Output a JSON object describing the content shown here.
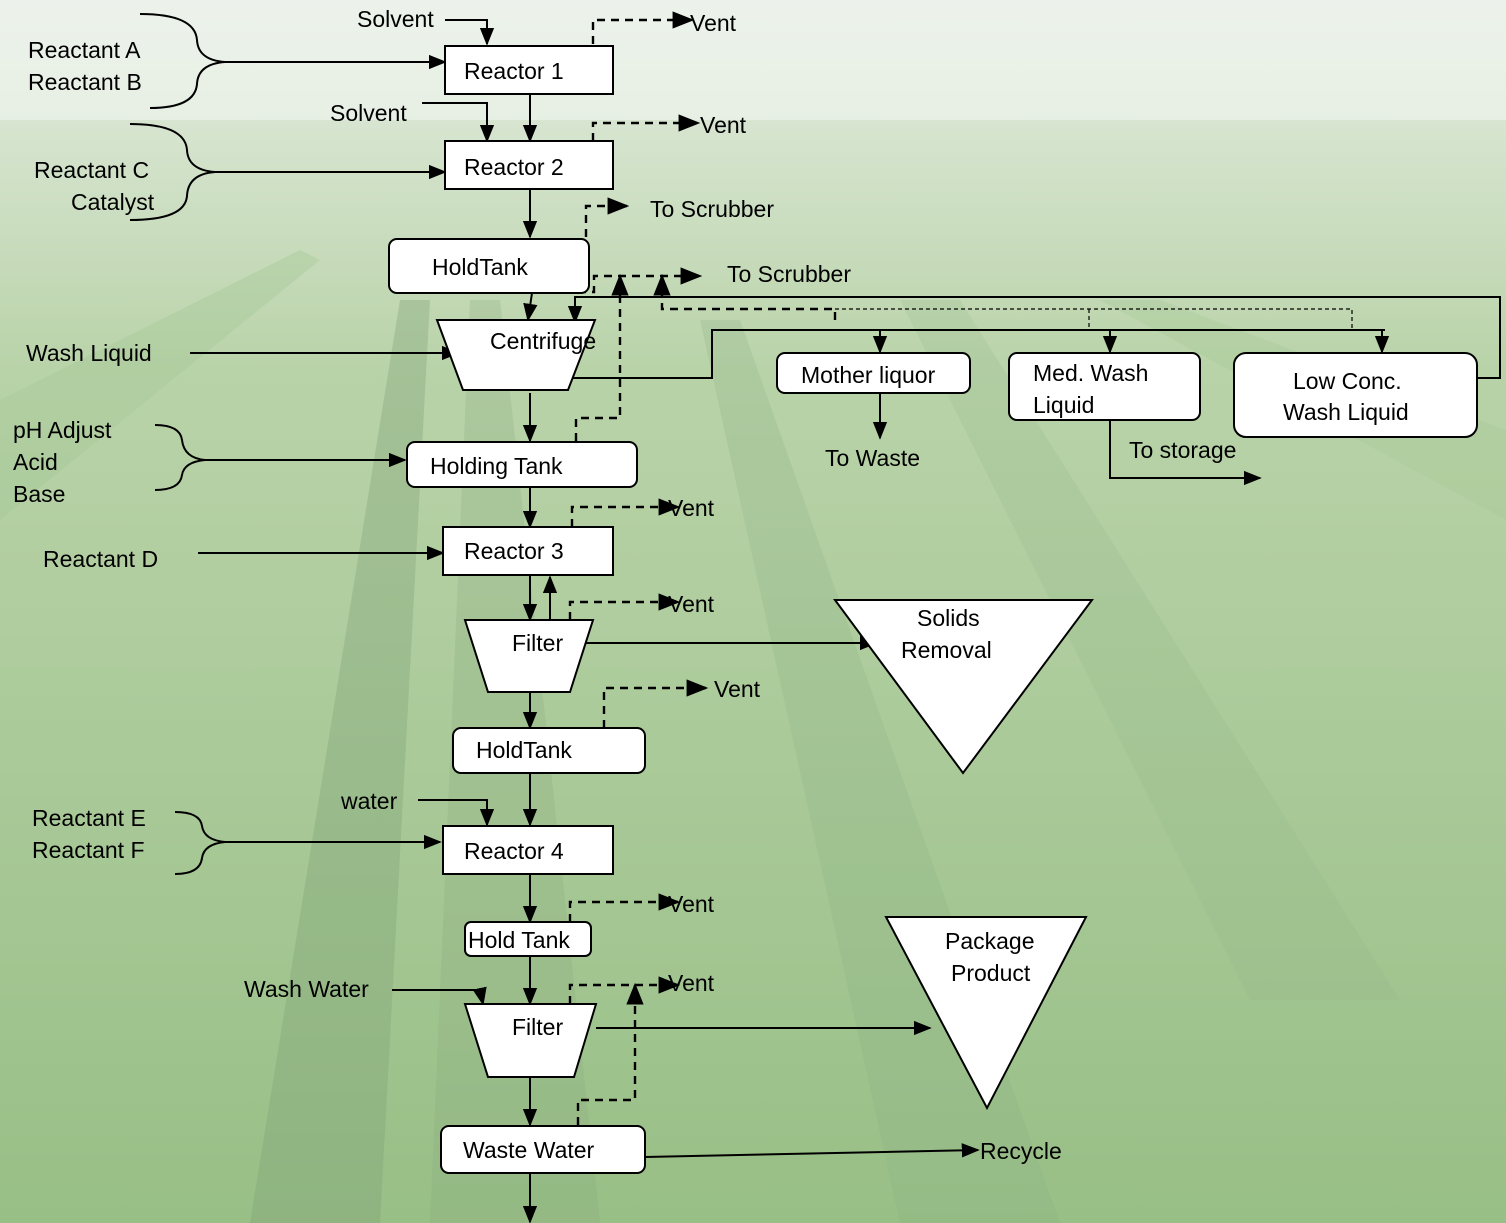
{
  "colors": {
    "background_green": "#9fc48e",
    "box_fill": "#ffffff",
    "line": "#000000"
  },
  "units": {
    "reactor1": "Reactor 1",
    "reactor2": "Reactor 2",
    "holdtank1": "HoldTank",
    "centrifuge": "Centrifuge",
    "holding_tank": "Holding Tank",
    "reactor3": "Reactor 3",
    "filter1": "Filter",
    "holdtank2": "HoldTank",
    "reactor4": "Reactor 4",
    "holdtank3": "Hold Tank",
    "filter2": "Filter",
    "waste_water": "Waste Water",
    "mother_liquor": "Mother liquor",
    "med_wash": [
      "Med. Wash",
      "Liquid"
    ],
    "low_conc_wash": [
      "Low Conc.",
      "Wash Liquid"
    ],
    "solids_removal": [
      "Solids",
      "Removal"
    ],
    "package_product": [
      "Package",
      "Product"
    ]
  },
  "inputs": {
    "solvent1": "Solvent",
    "solvent2": "Solvent",
    "reactant_ab": [
      "Reactant A",
      "Reactant B"
    ],
    "reactant_c_catalyst": [
      "Reactant C",
      "Catalyst"
    ],
    "wash_liquid": "Wash Liquid",
    "ph_adjust": [
      "pH Adjust",
      "Acid",
      "Base"
    ],
    "reactant_d": "Reactant D",
    "water": "water",
    "reactant_ef": [
      "Reactant E",
      "Reactant F"
    ],
    "wash_water": "Wash Water"
  },
  "outputs": {
    "vent": "Vent",
    "to_scrubber": "To Scrubber",
    "to_waste": "To Waste",
    "to_storage": "To storage",
    "recycle": "Recycle"
  }
}
